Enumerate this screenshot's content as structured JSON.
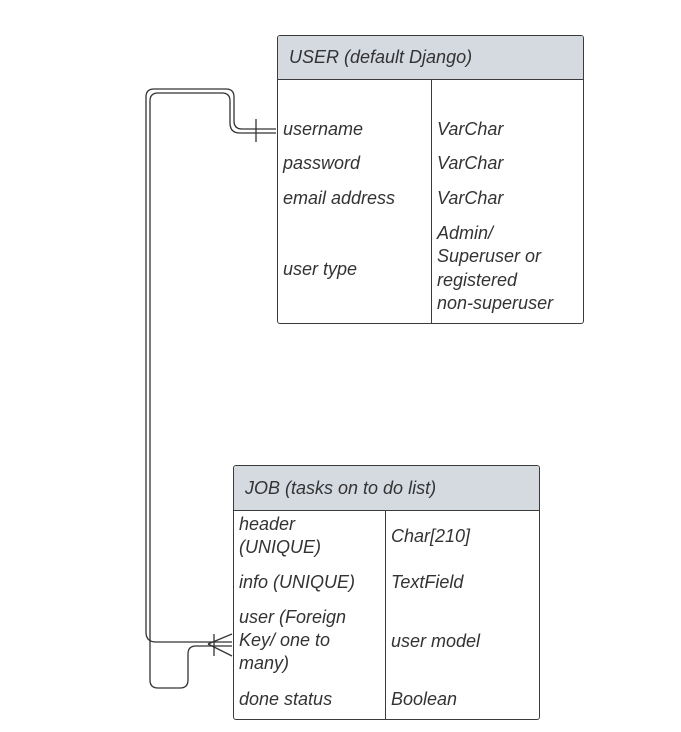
{
  "user_entity": {
    "title": "USER (default Django)",
    "rows": [
      {
        "name": "username",
        "type": "VarChar"
      },
      {
        "name": "password",
        "type": "VarChar"
      },
      {
        "name": "email address",
        "type": "VarChar"
      },
      {
        "name": "user type",
        "type_lines": [
          "Admin/",
          "Superuser or",
          "registered",
          "non-superuser"
        ]
      }
    ]
  },
  "job_entity": {
    "title": "JOB (tasks on to do list)",
    "rows": [
      {
        "name_lines": [
          "header",
          "(UNIQUE)"
        ],
        "type": "Char[210]"
      },
      {
        "name": "info (UNIQUE)",
        "type": "TextField"
      },
      {
        "name_lines": [
          "user (Foreign",
          "Key/ one to",
          "many)"
        ],
        "type": "user model"
      },
      {
        "name": "done status",
        "type": "Boolean"
      }
    ]
  },
  "relationship": {
    "from": "USER.username",
    "to": "JOB.user",
    "cardinality": "one-to-many"
  }
}
